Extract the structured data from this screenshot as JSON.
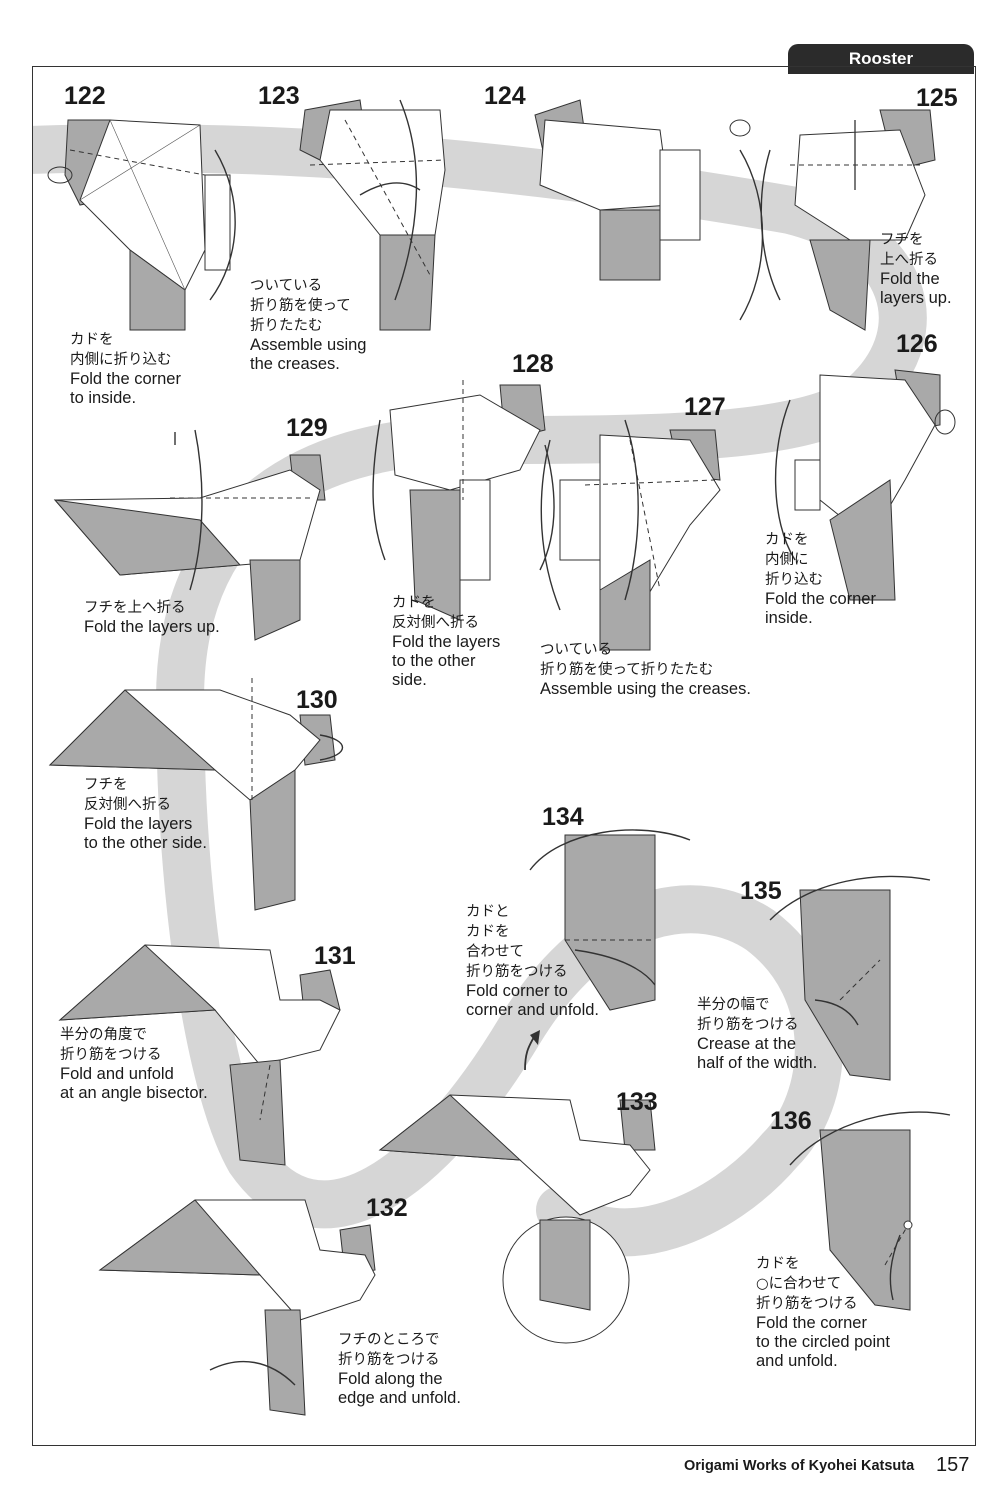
{
  "header": {
    "section_tab": "Rooster"
  },
  "steps": [
    {
      "num": "122",
      "jp": [
        "カドを",
        "内側に折り込む"
      ],
      "en": [
        "Fold the corner",
        "to inside."
      ]
    },
    {
      "num": "123",
      "jp": [
        "ついている",
        "折り筋を使って",
        "折りたたむ"
      ],
      "en": [
        "Assemble using",
        "the creases."
      ]
    },
    {
      "num": "124"
    },
    {
      "num": "125",
      "jp": [
        "フチを",
        "上へ折る"
      ],
      "en": [
        "Fold the",
        "layers up."
      ]
    },
    {
      "num": "126",
      "jp": [
        "カドを",
        "内側に",
        "折り込む"
      ],
      "en": [
        "Fold the corner",
        "inside."
      ]
    },
    {
      "num": "127",
      "jp": [
        "ついている",
        "折り筋を使って折りたたむ"
      ],
      "en": [
        "Assemble using the creases."
      ]
    },
    {
      "num": "128",
      "jp": [
        "カドを",
        "反対側へ折る"
      ],
      "en": [
        "Fold the layers",
        "to the other",
        "side."
      ]
    },
    {
      "num": "129",
      "jp": [
        "フチを上へ折る"
      ],
      "en": [
        "Fold the layers up."
      ]
    },
    {
      "num": "130",
      "jp": [
        "フチを",
        "反対側へ折る"
      ],
      "en": [
        "Fold the layers",
        "to the other side."
      ]
    },
    {
      "num": "131",
      "jp": [
        "半分の角度で",
        "折り筋をつける"
      ],
      "en": [
        "Fold and unfold",
        "at an angle bisector."
      ]
    },
    {
      "num": "132",
      "jp": [
        "フチのところで",
        "折り筋をつける"
      ],
      "en": [
        "Fold along the",
        "edge and unfold."
      ]
    },
    {
      "num": "133"
    },
    {
      "num": "134",
      "jp": [
        "カドと",
        "カドを",
        "合わせて",
        "折り筋をつける"
      ],
      "en": [
        "Fold corner to",
        "corner and unfold."
      ]
    },
    {
      "num": "135",
      "jp": [
        "半分の幅で",
        "折り筋をつける"
      ],
      "en": [
        "Crease at the",
        "half of the width."
      ]
    },
    {
      "num": "136",
      "jp": [
        "カドを",
        "○に合わせて",
        "折り筋をつける"
      ],
      "en": [
        "Fold the corner",
        "to the circled point",
        "and unfold."
      ]
    }
  ],
  "footer": {
    "book_title": "Origami Works of Kyohei Katsuta",
    "page_number": "157"
  },
  "colors": {
    "path_band": "#d6d6d6",
    "paper_gray": "#a9a9a9",
    "paper_white": "#ffffff",
    "line": "#333333"
  }
}
